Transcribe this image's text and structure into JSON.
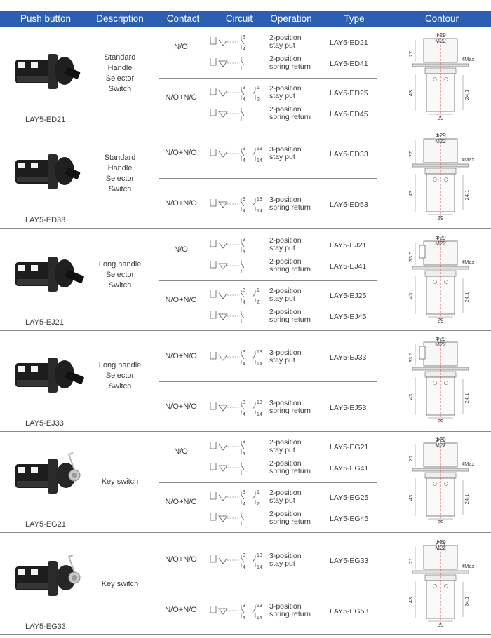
{
  "header": {
    "push_button": "Push button",
    "description": "Description",
    "contact": "Contact",
    "circuit": "Circuit",
    "operation": "Operation",
    "type": "Type",
    "contour": "Contour"
  },
  "groups": [
    {
      "model": "LAY5-ED21",
      "description": [
        "Standard",
        "Handle",
        "Selector",
        "Switch"
      ],
      "photo": "standard-handle",
      "contour": {
        "style": "standard",
        "top": "Φ29",
        "m": "M22",
        "left_top": "27",
        "left_bottom": "43",
        "right_max": "4Max",
        "right_dim": "24.1",
        "bottom": "29"
      },
      "subs": [
        {
          "contact": "N/O",
          "entries": [
            {
              "op1": "2-position",
              "op2": "stay put",
              "type": "LAY5-ED21",
              "c1": "3",
              "c2": "4",
              "c3": "",
              "c4": ""
            },
            {
              "op1": "2-position",
              "op2": "spring return",
              "type": "LAY5-ED41",
              "c1": "",
              "c2": "",
              "c3": "",
              "c4": ""
            }
          ]
        },
        {
          "contact": "N/O+N/C",
          "entries": [
            {
              "op1": "2-position",
              "op2": "stay put",
              "type": "LAY5-ED25",
              "c1": "3",
              "c2": "4",
              "c3": "1",
              "c4": "2"
            },
            {
              "op1": "2-position",
              "op2": "spring return",
              "type": "LAY5-ED45",
              "c1": "",
              "c2": "",
              "c3": "",
              "c4": ""
            }
          ]
        }
      ]
    },
    {
      "model": "LAY5-ED33",
      "description": [
        "Standard",
        "Handle",
        "Selector",
        "Switch"
      ],
      "photo": "standard-handle",
      "contour": {
        "style": "standard",
        "top": "Φ29",
        "m": "M22",
        "left_top": "27",
        "left_bottom": "43",
        "right_max": "4Max",
        "right_dim": "24.1",
        "bottom": "29"
      },
      "subs": [
        {
          "contact": "N/O+N/O",
          "entries": [
            {
              "op1": "3-position",
              "op2": "stay put",
              "type": "LAY5-ED33",
              "c1": "3",
              "c2": "4",
              "c3": "13",
              "c4": "14"
            }
          ]
        },
        {
          "contact": "N/O+N/O",
          "entries": [
            {
              "op1": "3-position",
              "op2": "spring return",
              "type": "LAY5-ED53",
              "c1": "3",
              "c2": "4",
              "c3": "13",
              "c4": "14"
            }
          ]
        }
      ]
    },
    {
      "model": "LAY5-EJ21",
      "description": [
        "Long handle",
        "Selector",
        "Switch"
      ],
      "photo": "long-handle",
      "contour": {
        "style": "long",
        "top": "Φ29",
        "m": "M22",
        "left_top": "33.5",
        "left_bottom": "43",
        "right_max": "4Max",
        "right_dim": "24.1",
        "bottom": "29"
      },
      "subs": [
        {
          "contact": "N/O",
          "entries": [
            {
              "op1": "2-position",
              "op2": "stay put",
              "type": "LAY5-EJ21",
              "c1": "3",
              "c2": "4",
              "c3": "",
              "c4": ""
            },
            {
              "op1": "2-position",
              "op2": "spring return",
              "type": "LAY5-EJ41",
              "c1": "",
              "c2": "",
              "c3": "",
              "c4": ""
            }
          ]
        },
        {
          "contact": "N/O+N/C",
          "entries": [
            {
              "op1": "2-position",
              "op2": "stay put",
              "type": "LAY5-EJ25",
              "c1": "3",
              "c2": "4",
              "c3": "1",
              "c4": "2"
            },
            {
              "op1": "2-position",
              "op2": "spring return",
              "type": "LAY5-EJ45",
              "c1": "",
              "c2": "",
              "c3": "",
              "c4": ""
            }
          ]
        }
      ]
    },
    {
      "model": "LAY5-EJ33",
      "description": [
        "Long handle",
        "Selector",
        "Switch"
      ],
      "photo": "long-handle",
      "contour": {
        "style": "long",
        "top": "Φ29",
        "m": "M22",
        "left_top": "33.5",
        "left_bottom": "43",
        "right_max": "",
        "right_dim": "24.1",
        "bottom": "29"
      },
      "subs": [
        {
          "contact": "N/O+N/O",
          "entries": [
            {
              "op1": "3-position",
              "op2": "stay put",
              "type": "LAY5-EJ33",
              "c1": "3",
              "c2": "4",
              "c3": "13",
              "c4": "14"
            }
          ]
        },
        {
          "contact": "N/O+N/O",
          "entries": [
            {
              "op1": "3-position",
              "op2": "spring return",
              "type": "LAY5-EJ53",
              "c1": "3",
              "c2": "4",
              "c3": "13",
              "c4": "14"
            }
          ]
        }
      ]
    },
    {
      "model": "LAY5-EG21",
      "description": [
        "Key switch"
      ],
      "photo": "key",
      "contour": {
        "style": "key",
        "top": "Φ29",
        "m": "M22",
        "left_top": "21",
        "left_bottom": "43",
        "right_max": "4Max",
        "right_dim": "24.1",
        "bottom": "29"
      },
      "subs": [
        {
          "contact": "N/O",
          "entries": [
            {
              "op1": "2-position",
              "op2": "stay put",
              "type": "LAY5-EG21",
              "c1": "3",
              "c2": "4",
              "c3": "",
              "c4": ""
            },
            {
              "op1": "2-position",
              "op2": "spring return",
              "type": "LAY5-EG41",
              "c1": "",
              "c2": "",
              "c3": "",
              "c4": ""
            }
          ]
        },
        {
          "contact": "N/O+N/C",
          "entries": [
            {
              "op1": "2-position",
              "op2": "stay put",
              "type": "LAY5-EG25",
              "c1": "3",
              "c2": "4",
              "c3": "1",
              "c4": "2"
            },
            {
              "op1": "2-position",
              "op2": "spring return",
              "type": "LAY5-EG45",
              "c1": "",
              "c2": "",
              "c3": "",
              "c4": ""
            }
          ]
        }
      ]
    },
    {
      "model": "LAY5-EG33",
      "description": [
        "Key switch"
      ],
      "photo": "key",
      "contour": {
        "style": "key",
        "top": "Φ29",
        "m": "M22",
        "left_top": "21",
        "left_bottom": "43",
        "right_max": "4Max",
        "right_dim": "24.1",
        "bottom": "29"
      },
      "subs": [
        {
          "contact": "N/O+N/O",
          "entries": [
            {
              "op1": "3-position",
              "op2": "stay put",
              "type": "LAY5-EG33",
              "c1": "3",
              "c2": "4",
              "c3": "13",
              "c4": "14"
            }
          ]
        },
        {
          "contact": "N/O+N/O",
          "entries": [
            {
              "op1": "3-position",
              "op2": "spring return",
              "type": "LAY5-EG53",
              "c1": "3",
              "c2": "4",
              "c3": "13",
              "c4": "14"
            }
          ]
        }
      ]
    }
  ]
}
